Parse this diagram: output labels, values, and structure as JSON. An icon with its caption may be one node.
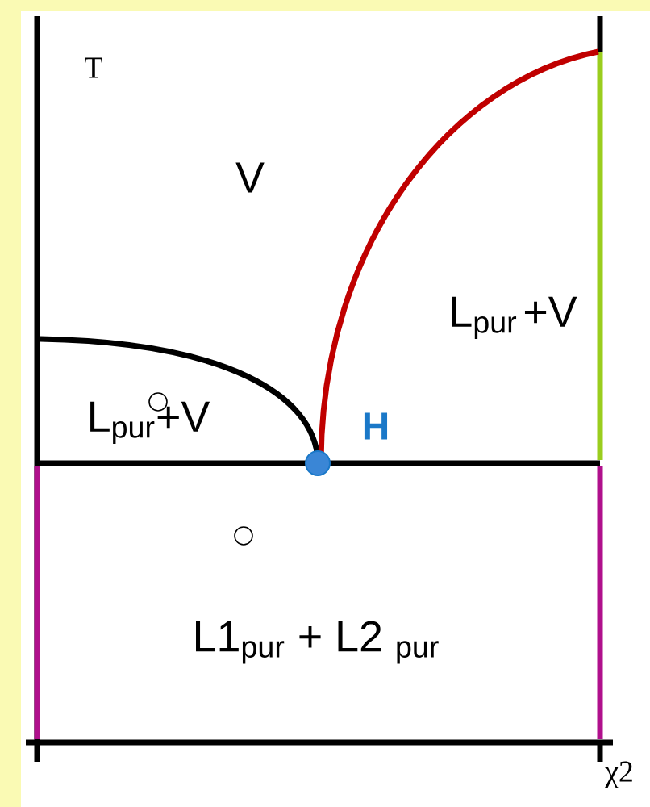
{
  "diagram": {
    "labels": [
      "T",
      "V",
      "L$_{pur}$ +V",
      "L$_{pur}$+V",
      "H",
      "L1$_{pur}$ + L2 $_{pur}$",
      "χ2"
    ]
  }
}
